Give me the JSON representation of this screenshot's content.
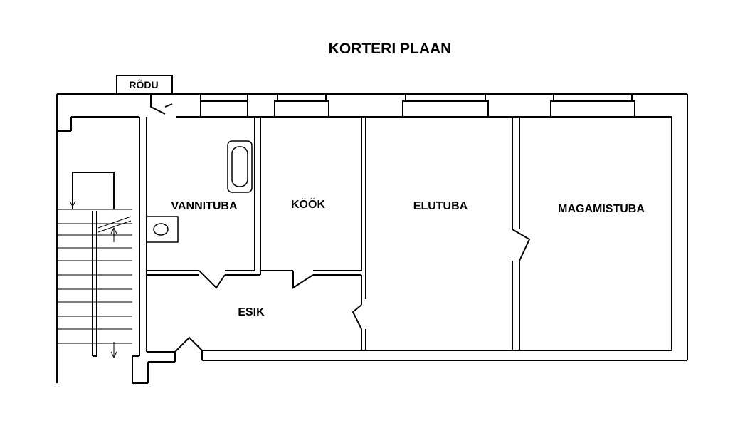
{
  "title": "KORTERI PLAAN",
  "rooms": {
    "balcony": "RÕDU",
    "bathroom": "VANNITUBA",
    "kitchen": "KÖÖK",
    "living": "ELUTUBA",
    "bedroom": "MAGAMISTUBA",
    "hall": "ESIK"
  },
  "colors": {
    "ink": "#000000",
    "paper": "#ffffff"
  }
}
